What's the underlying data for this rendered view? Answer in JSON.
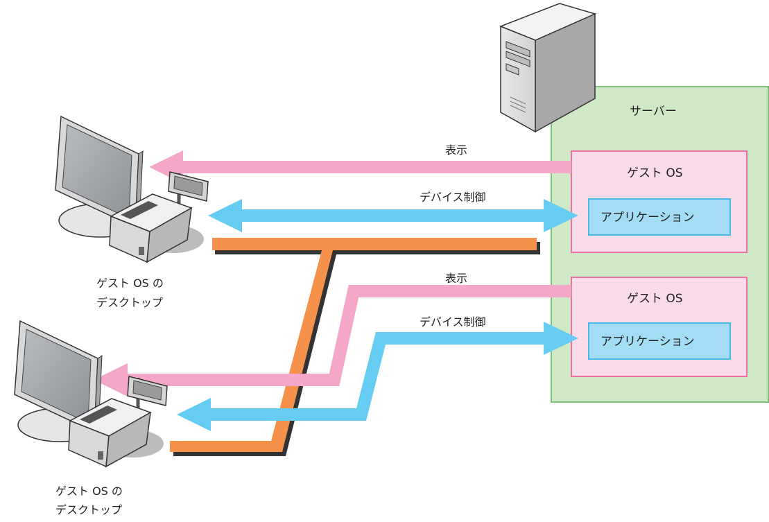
{
  "server": {
    "label": "サーバー",
    "colors": {
      "fill": "#cfe8c6",
      "stroke": "#7cc27a"
    },
    "vms": [
      {
        "os_label": "ゲスト OS",
        "app_label": "アプリケーション"
      },
      {
        "os_label": "ゲスト OS",
        "app_label": "アプリケーション"
      }
    ]
  },
  "links": {
    "display_label": "表示",
    "device_control_label": "デバイス制御"
  },
  "clients": [
    {
      "caption_line1": "ゲスト OS の",
      "caption_line2": "デスクトップ"
    },
    {
      "caption_line1": "ゲスト OS の",
      "caption_line2": "デスクトップ"
    }
  ],
  "colors": {
    "display_arrow": "#f4a7c8",
    "control_arrow": "#66ccf2",
    "network": "#f5914a",
    "vm_fill": "#fadbe9",
    "vm_stroke": "#ee6fa3",
    "app_fill": "#a4dcf5",
    "app_stroke": "#4bb8e8"
  },
  "icons": [
    "tower-server-icon",
    "monitor-icon",
    "receipt-printer-icon",
    "customer-display-icon"
  ]
}
